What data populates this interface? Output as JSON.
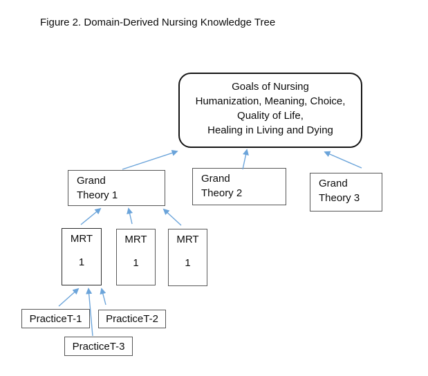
{
  "figure": {
    "title": "Figure 2. Domain-Derived Nursing Knowledge Tree"
  },
  "nodes": {
    "goals": {
      "lines": [
        "Goals of Nursing",
        "Humanization, Meaning, Choice,",
        "Quality of Life,",
        "Healing in Living and Dying"
      ]
    },
    "grand1": {
      "line1": "Grand",
      "line2": "Theory 1"
    },
    "grand2": {
      "line1": "Grand",
      "line2": "Theory 2"
    },
    "grand3": {
      "line1": "Grand",
      "line2": "Theory 3"
    },
    "mrt_a": {
      "line1": "MRT",
      "line2": "1"
    },
    "mrt_b": {
      "line1": "MRT",
      "line2": "1"
    },
    "mrt_c": {
      "line1": "MRT",
      "line2": "1"
    },
    "practice1": {
      "label": "PracticeT-1"
    },
    "practice2": {
      "label": "PracticeT-2"
    },
    "practice3": {
      "label": "PracticeT-3"
    }
  },
  "edges": [
    {
      "from": "grand-theory-1",
      "to": "goals-of-nursing"
    },
    {
      "from": "grand-theory-2",
      "to": "goals-of-nursing"
    },
    {
      "from": "grand-theory-3",
      "to": "goals-of-nursing"
    },
    {
      "from": "mrt-1-a",
      "to": "grand-theory-1"
    },
    {
      "from": "mrt-1-b",
      "to": "grand-theory-1"
    },
    {
      "from": "mrt-1-c",
      "to": "grand-theory-1"
    },
    {
      "from": "practice-t1",
      "to": "mrt-1-a"
    },
    {
      "from": "practice-t2",
      "to": "mrt-1-a"
    },
    {
      "from": "practice-t3",
      "to": "mrt-1-a"
    }
  ],
  "colors": {
    "arrow": "#6BA4DA",
    "goals_border": "#141414",
    "box_border": "#555555"
  }
}
